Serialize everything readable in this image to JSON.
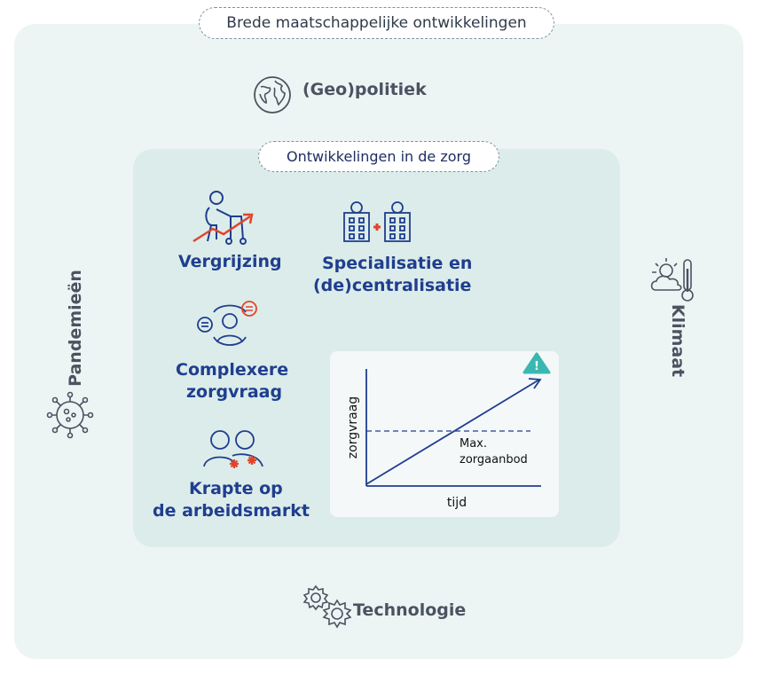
{
  "outer_pill": "Brede maatschappelijke ontwikkelingen",
  "geopolitiek": "(Geo)politiek",
  "inner_pill": "Ontwikkelingen in de zorg",
  "pandemieen": "Pandemieën",
  "klimaat": "Klimaat",
  "technologie": "Technologie",
  "zorg_items": {
    "vergrijzing": "Vergrijzing",
    "specialisatie_1": "Specialisatie en",
    "specialisatie_2": "(de)centralisatie",
    "complexere_1": "Complexere",
    "complexere_2": "zorgvraag",
    "krapte_1": "Krapte op",
    "krapte_2": "de arbeidsmarkt"
  },
  "chart": {
    "ylabel": "zorgvraag",
    "xlabel": "tijd",
    "threshold_label_1": "Max.",
    "threshold_label_2": "zorgaanbod",
    "warning_symbol": "!"
  },
  "colors": {
    "outer_bg": "#edf5f4",
    "inner_bg": "#dcecea",
    "blue": "#1f3e8f",
    "gray_text": "#4a5361",
    "red_accent": "#e0452c",
    "teal_warning": "#3bb7b1"
  },
  "icons": [
    "globe-icon",
    "elderly-walker-icon",
    "hospital-icon",
    "chat-bubbles-icon",
    "people-icon",
    "virus-icon",
    "cloud-sun-thermometer-icon",
    "gears-icon",
    "warning-icon"
  ]
}
